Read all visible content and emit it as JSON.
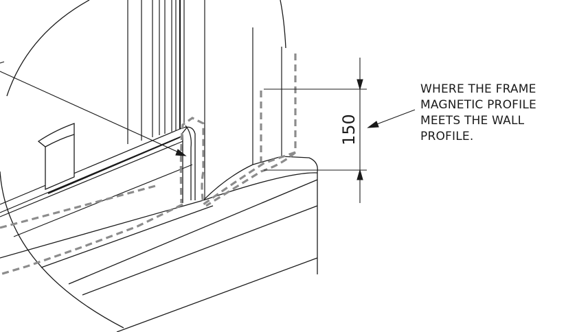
{
  "callout": {
    "lines": [
      "WHERE THE FRAME",
      "MAGNETIC PROFILE",
      "MEETS THE WALL",
      "PROFILE."
    ]
  },
  "dimension": {
    "value": "150"
  },
  "colors": {
    "line": "#1a1a1a",
    "dashed_outline": "#8c8c8c"
  }
}
